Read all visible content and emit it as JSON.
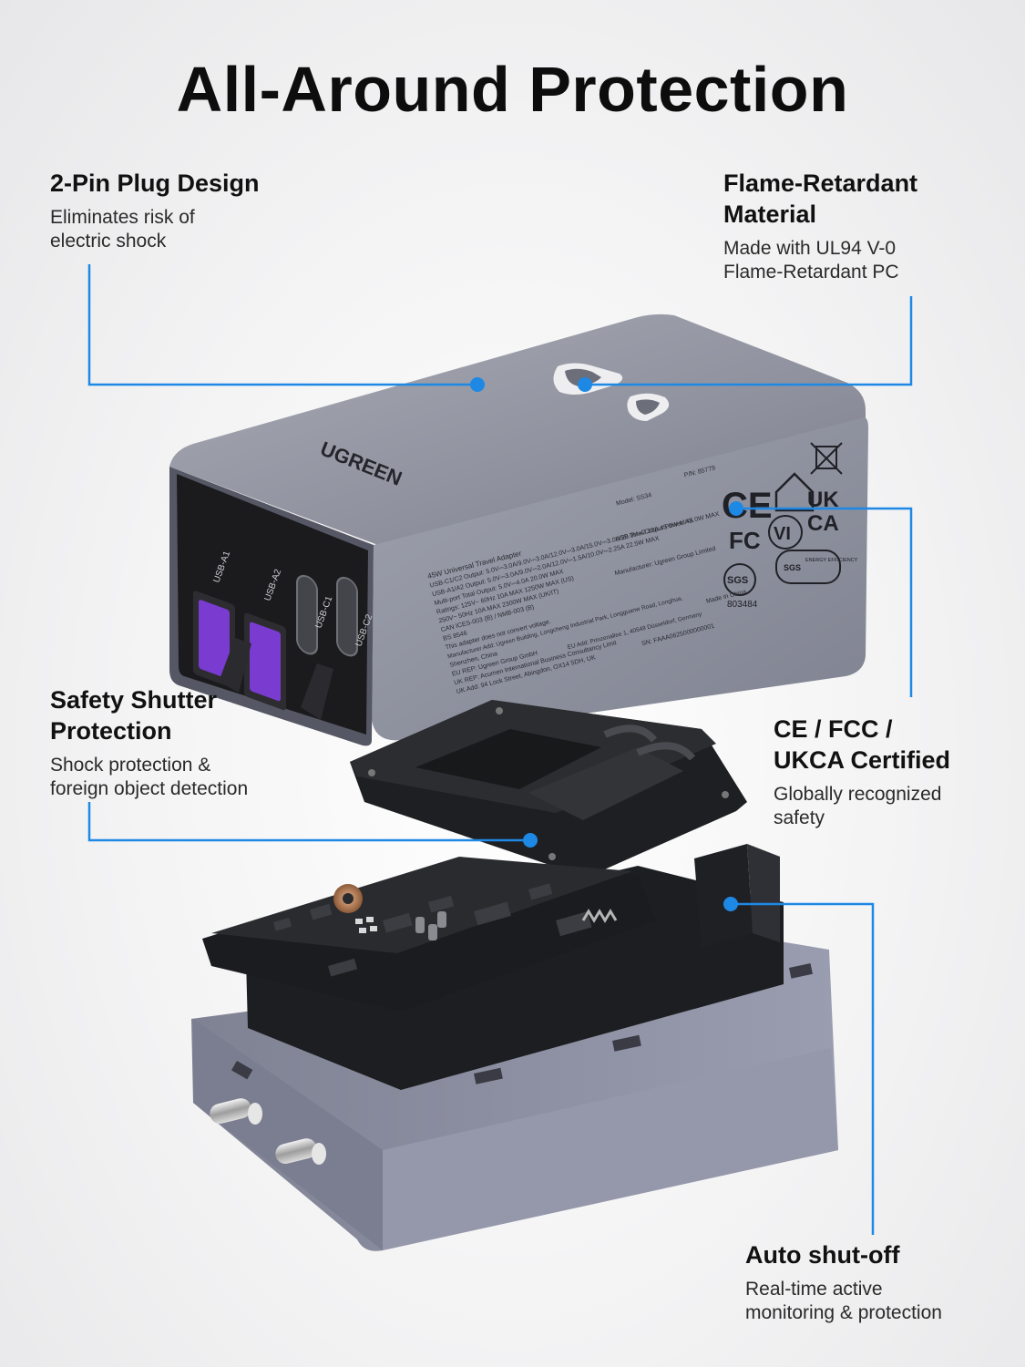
{
  "page": {
    "title": "All-Around Protection"
  },
  "features": {
    "plug": {
      "head1": "2-Pin Plug Design",
      "desc1": "Eliminates risk of",
      "desc2": "electric shock"
    },
    "flame": {
      "head1": "Flame-Retardant",
      "head2": "Material",
      "desc1": "Made with UL94 V-0",
      "desc2": "Flame-Retardant PC"
    },
    "shutter": {
      "head1": "Safety Shutter",
      "head2": "Protection",
      "desc1": "Shock protection &",
      "desc2": "foreign object detection"
    },
    "certified": {
      "head1": "CE / FCC /",
      "head2": "UKCA Certified",
      "desc1": "Globally recognized",
      "desc2": "safety"
    },
    "shutoff": {
      "head1": "Auto shut-off",
      "desc1": "Real-time active",
      "desc2": "monitoring & protection"
    }
  },
  "device": {
    "brand": "UGREEN",
    "ports": [
      "USB-A1",
      "USB-A2",
      "USB-C1",
      "USB-C2"
    ],
    "label_lines": [
      "45W Universal Travel Adapter",
      "USB-C1/C2 Output: 5.0V⎓3.0A/9.0V⎓3.0A/12.0V⎓3.0A/15.0V⎓3.0A/20.0V⎓2.25A 45.0W MAX",
      "USB-A1/A2 Output: 5.0V⎓3.0A/9.0V⎓2.0A/12.0V⎓1.5A/10.0V⎓2.25A 22.5W MAX",
      "Multi-port Total Output: 5.0V⎓4.0A 20.0W MAX",
      "Ratings: 125V~ 60Hz 10A MAX 1250W MAX (US)",
      "250V~ 50Hz 10A MAX 2300W MAX (UK/IT)",
      "CAN ICES-003 (B) / NMB-003 (B)",
      "BS 8546",
      "This adapter does not convert voltage.",
      "Manufacturer Add: Ugreen Building, Longcheng Industrial Park, Longguanw Road, Longhua,",
      "Shenzhen, China",
      "EU REP: Ugreen Group GmbH",
      "UK REP: Acumen International Business Consultancy Limit",
      "UK Add: 94 Lock Street, Abingdon, OX14 5DH, UK"
    ],
    "label_right": [
      "Model: SS34",
      "P/N: 85779",
      "USB Total Output Power: 45.0W MAX",
      "Manufacturer: Ugreen Group Limited",
      "EU Add: Prinzenallee 1, 40549 Düsseldorf, Germany",
      "Made in China",
      "SN: FAAA0625000000001"
    ],
    "cert_marks": {
      "ce": "CE",
      "ukca_top": "UK",
      "ukca_bottom": "CA",
      "fcc": "FC",
      "vi": "VI",
      "sgs": "SGS",
      "energy": "ENERGY EFFICIENCY",
      "number": "803484"
    }
  },
  "colors": {
    "callout_line": "#1e88e5",
    "callout_dot": "#1e88e5",
    "housing": "#8d909c",
    "housing_dark": "#6e7180",
    "black_face": "#1a1a1c",
    "usb_a_accent": "#7a3bd1"
  }
}
